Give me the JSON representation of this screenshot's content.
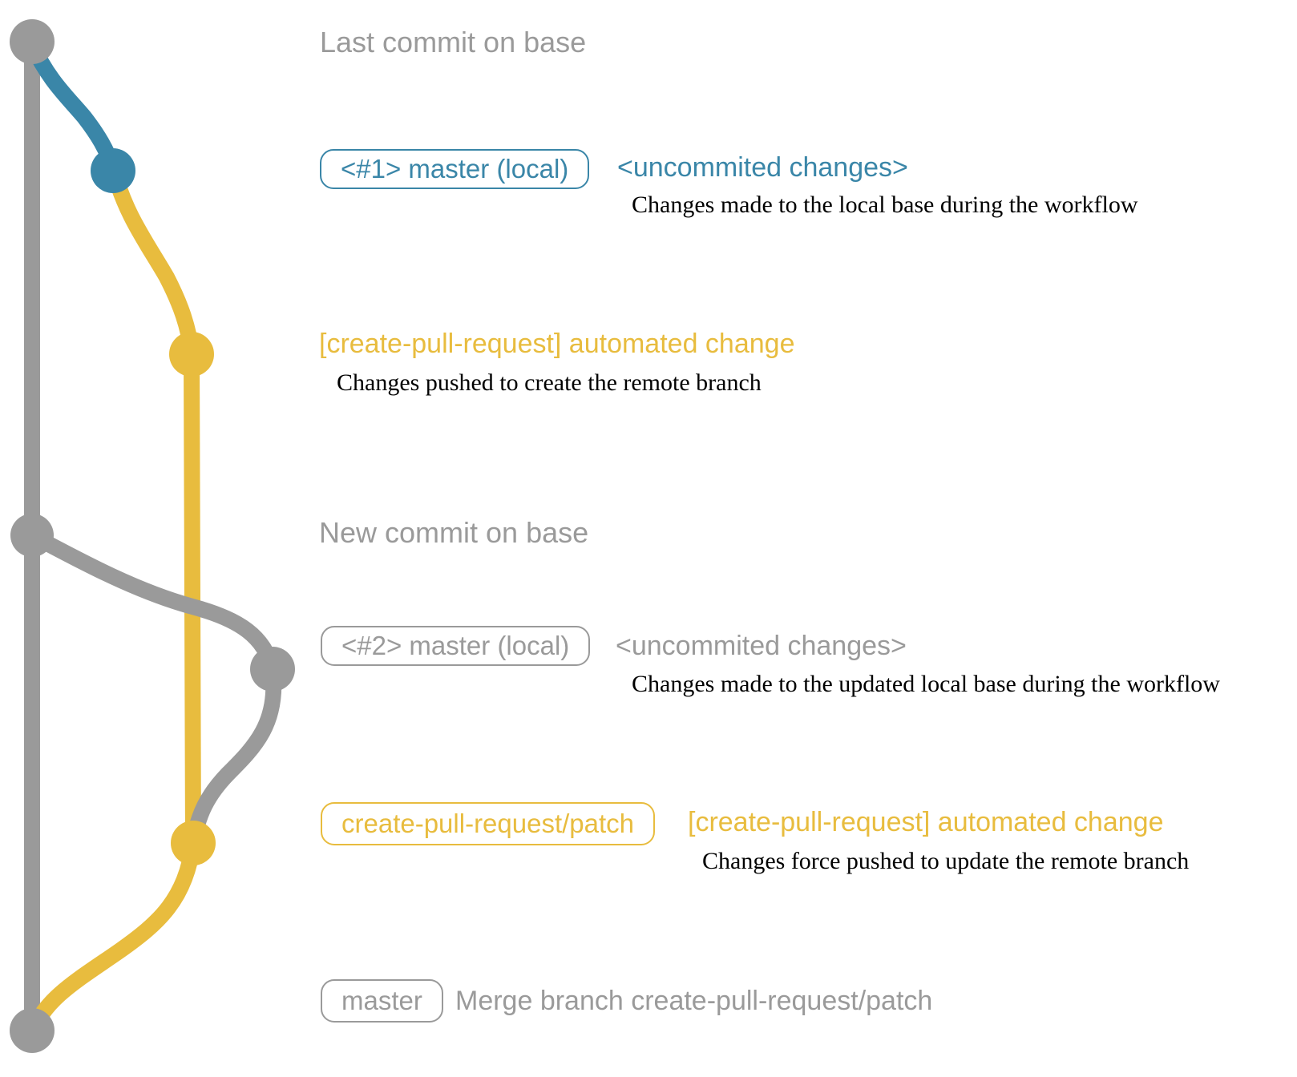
{
  "colors": {
    "gray": "#9a9a9a",
    "blue": "#3a86a8",
    "yellow": "#e8bc3e",
    "black": "#000000",
    "background": "#ffffff"
  },
  "graph": {
    "commits": [
      {
        "id": "base-last-commit",
        "color": "gray"
      },
      {
        "id": "local-commit-1",
        "color": "blue"
      },
      {
        "id": "patch-commit-1",
        "color": "yellow"
      },
      {
        "id": "base-new-commit",
        "color": "gray"
      },
      {
        "id": "local-commit-2",
        "color": "gray"
      },
      {
        "id": "patch-commit-2",
        "color": "yellow"
      },
      {
        "id": "merge-commit",
        "color": "gray"
      }
    ]
  },
  "annotations": {
    "last_commit": {
      "label": "Last commit on base"
    },
    "commit1": {
      "badge": "<#1> master (local)",
      "note": "<uncommited changes>",
      "desc": "Changes made to the local base during the workflow"
    },
    "push1": {
      "note": "[create-pull-request] automated change",
      "desc": "Changes pushed to create the remote branch"
    },
    "new_commit": {
      "label": "New commit on base"
    },
    "commit2": {
      "badge": "<#2> master (local)",
      "note": "<uncommited changes>",
      "desc": "Changes made to the updated local base during the workflow"
    },
    "push2": {
      "badge": "create-pull-request/patch",
      "note": "[create-pull-request] automated change",
      "desc": "Changes force pushed to update the remote branch"
    },
    "merge": {
      "badge": "master",
      "label": "Merge branch create-pull-request/patch"
    }
  }
}
